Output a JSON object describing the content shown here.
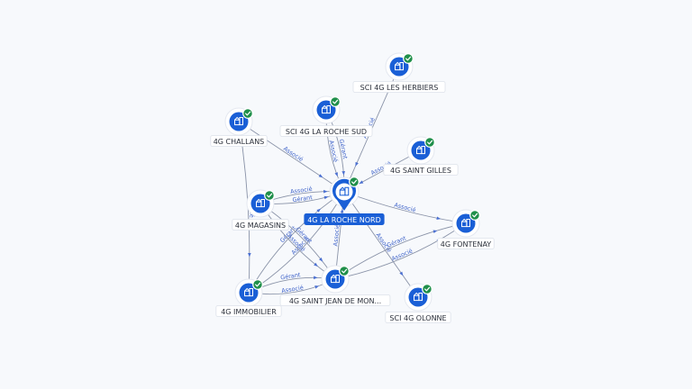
{
  "graph": {
    "nodes": [
      {
        "id": "roche_nord",
        "label": "4G LA ROCHE NORD",
        "central": true,
        "verified": true
      },
      {
        "id": "challans",
        "label": "4G CHALLANS",
        "verified": true
      },
      {
        "id": "roche_sud",
        "label": "SCI 4G LA ROCHE SUD",
        "verified": true
      },
      {
        "id": "herbiers",
        "label": "SCI 4G LES HERBIERS",
        "verified": true
      },
      {
        "id": "saint_gilles",
        "label": "4G SAINT GILLES",
        "verified": true
      },
      {
        "id": "magasins",
        "label": "4G MAGASINS",
        "verified": true
      },
      {
        "id": "fontenay",
        "label": "4G FONTENAY",
        "verified": true
      },
      {
        "id": "immobilier",
        "label": "4G IMMOBILIER",
        "verified": true
      },
      {
        "id": "saint_jean",
        "label": "4G SAINT JEAN DE MON...",
        "verified": true
      },
      {
        "id": "olonne",
        "label": "SCI 4G OLONNE",
        "verified": true
      }
    ],
    "edges": [
      {
        "from": "challans",
        "to": "roche_nord",
        "label": "Associé"
      },
      {
        "from": "roche_sud",
        "to": "roche_nord",
        "label": "Gérant"
      },
      {
        "from": "roche_sud",
        "to": "roche_nord",
        "label": "Associé"
      },
      {
        "from": "herbiers",
        "to": "roche_nord",
        "label": "Associé"
      },
      {
        "from": "saint_gilles",
        "to": "roche_nord",
        "label": "Associé"
      },
      {
        "from": "magasins",
        "to": "roche_nord",
        "label": "Associé"
      },
      {
        "from": "magasins",
        "to": "roche_nord",
        "label": "Gérant"
      },
      {
        "from": "roche_nord",
        "to": "fontenay",
        "label": "Associé"
      },
      {
        "from": "immobilier",
        "to": "roche_nord",
        "label": "Gérant"
      },
      {
        "from": "immobilier",
        "to": "roche_nord",
        "label": "Associé"
      },
      {
        "from": "saint_jean",
        "to": "roche_nord",
        "label": "Associé"
      },
      {
        "from": "roche_nord",
        "to": "olonne",
        "label": "Associé"
      },
      {
        "from": "immobilier",
        "to": "saint_jean",
        "label": "Gérant"
      },
      {
        "from": "immobilier",
        "to": "saint_jean",
        "label": "Associé"
      },
      {
        "from": "challans",
        "to": "immobilier",
        "label": "Associé"
      },
      {
        "from": "saint_jean",
        "to": "fontenay",
        "label": "Gérant"
      },
      {
        "from": "saint_jean",
        "to": "fontenay",
        "label": "Associé"
      },
      {
        "from": "magasins",
        "to": "saint_jean",
        "label": "Gérant"
      },
      {
        "from": "magasins",
        "to": "saint_jean",
        "label": "Associé"
      }
    ]
  },
  "colors": {
    "node": "#1a5fd6",
    "verified": "#1f8f4a",
    "edge": "#8a93a8",
    "edge_label": "#3f63c9"
  },
  "icons": {
    "node": "building-icon",
    "verified": "check-badge-icon"
  }
}
